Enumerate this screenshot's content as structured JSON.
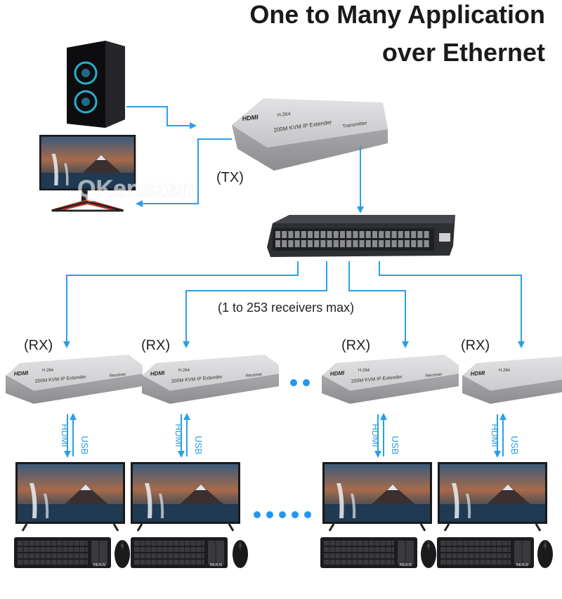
{
  "title": {
    "line1": "One to Many Application",
    "line2": "over Ethernet"
  },
  "labels": {
    "tx": "(TX)",
    "rx": "(RX)",
    "receivers_max": "(1 to 253 receivers max)",
    "hdmi": "HDMI",
    "usb": "USB"
  },
  "device": {
    "brand": "HDMI",
    "codec": "H.264",
    "model": "200M KVM IP Extender",
    "transmitter": "Transmitter",
    "receiver": "Receiver"
  },
  "watermark": "QKenszen",
  "keyboard_badge": "REXUS",
  "colors": {
    "arrow": "#2a9fe6",
    "device_body": "#b9b9bb",
    "device_top": "#d3d3d5",
    "switch_body": "#2e2f33",
    "text": "#1a1a1a",
    "dot": "#2196f3"
  }
}
